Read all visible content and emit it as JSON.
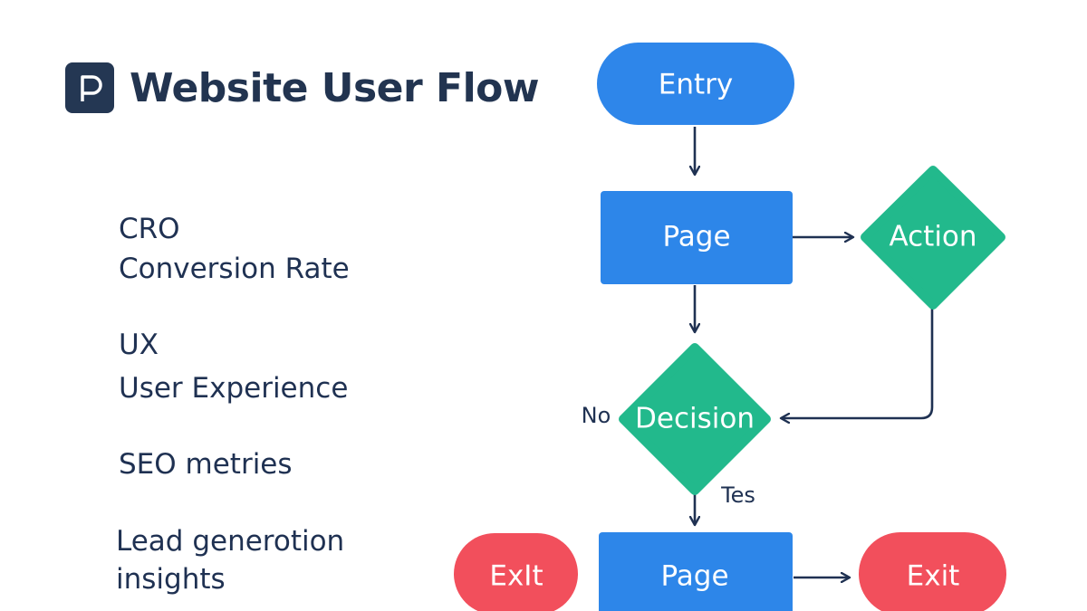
{
  "header": {
    "logo_icon": "p-monogram-icon",
    "title": "Website User Flow"
  },
  "terms": [
    {
      "abbr": "CRO",
      "full": "Conversion Rate"
    },
    {
      "abbr": "UX",
      "full": "User Experience"
    },
    {
      "line": "SEO metries"
    },
    {
      "line1": "Lead generotion",
      "line2": "insights"
    }
  ],
  "flow": {
    "nodes": {
      "entry": "Entry",
      "page_top": "Page",
      "action": "Action",
      "decision": "Decision",
      "exit_left": "ExIt",
      "page_bottom": "Page",
      "exit_right": "Exit"
    },
    "edge_labels": {
      "no": "No",
      "yes": "Tes"
    },
    "colors": {
      "terminal_blue": "#2e86ea",
      "process_blue": "#2d86e9",
      "decision_green": "#22b98c",
      "exit_red": "#f24f5c",
      "connector": "#1f3152"
    }
  }
}
